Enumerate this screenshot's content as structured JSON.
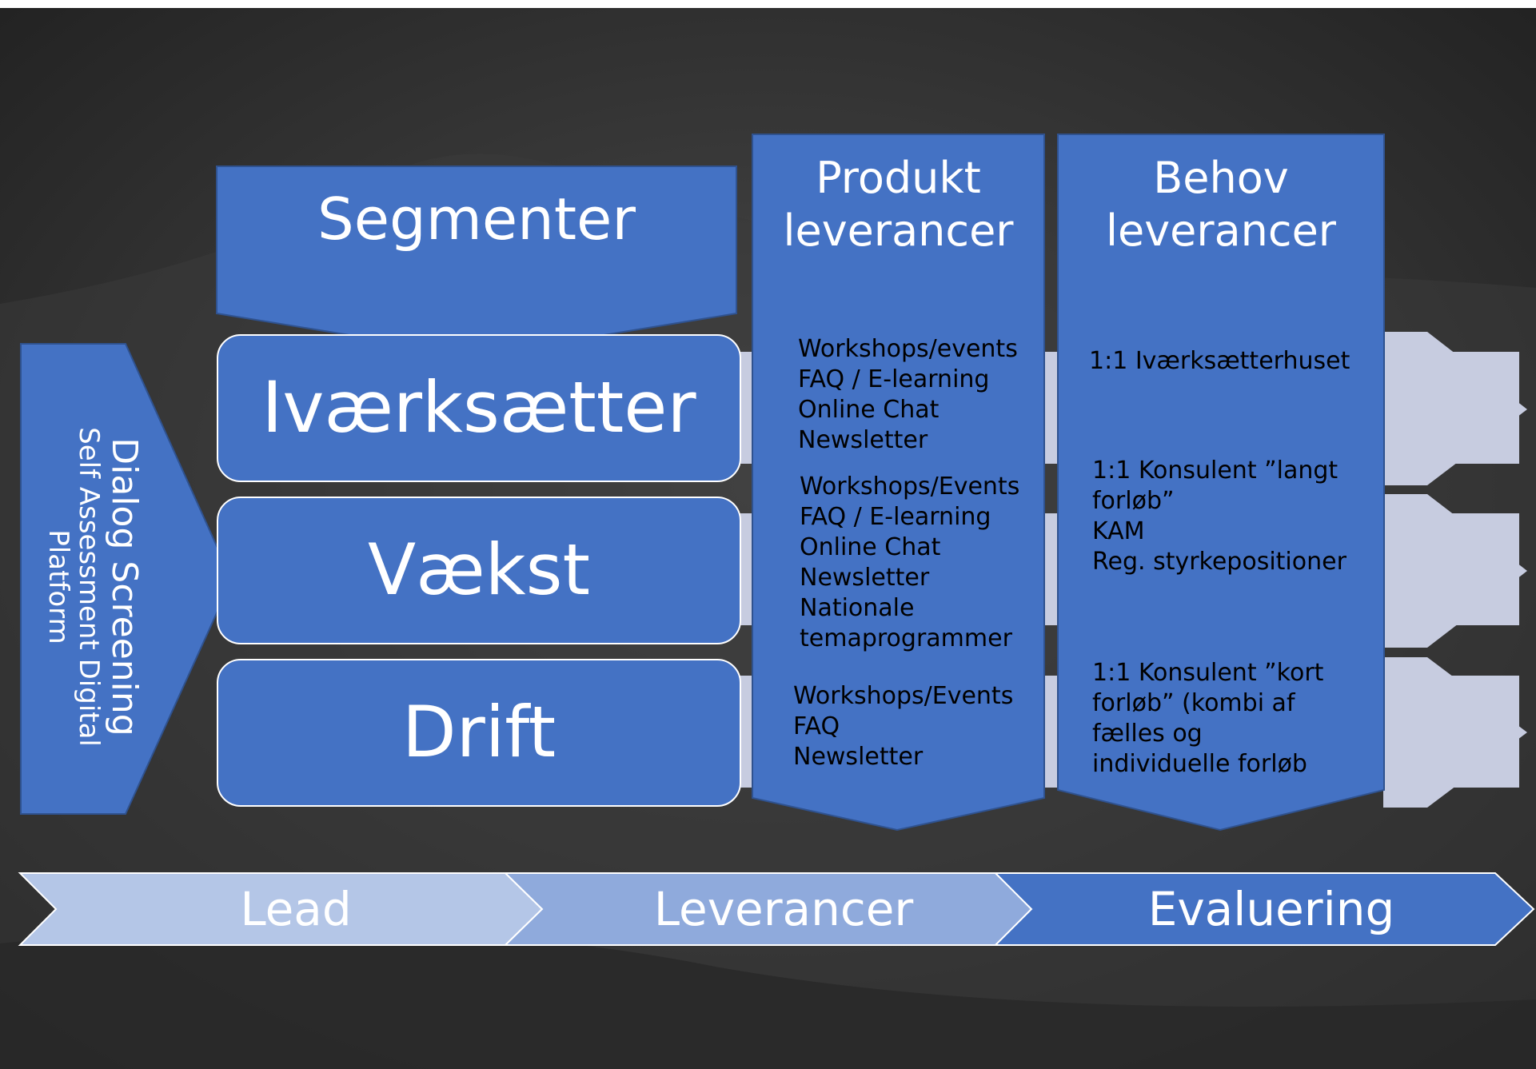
{
  "diagram": {
    "dialog": {
      "title": "Dialog Screening",
      "subtitle_line1": "Self Assessment Digital",
      "subtitle_line2": "Platform"
    },
    "segments": {
      "header": "Segmenter",
      "items": [
        "Iværksætter",
        "Vækst",
        "Drift"
      ]
    },
    "produkt": {
      "header_line1": "Produkt",
      "header_line2": "leverancer",
      "items": [
        "Workshops/events\nFAQ / E-learning\nOnline Chat\nNewsletter",
        "Workshops/Events\nFAQ / E-learning\nOnline Chat\nNewsletter\nNationale\ntemaprogrammer",
        "Workshops/Events\nFAQ\nNewsletter"
      ]
    },
    "behov": {
      "header_line1": "Behov",
      "header_line2": "leverancer",
      "items": [
        "1:1 Iværksætterhuset",
        "1:1 Konsulent ”langt\nforløb”\nKAM\nReg. styrkepositioner",
        "1:1 Konsulent ”kort\nforløb” (kombi af\nfælles og\nindividuelle forløb"
      ]
    },
    "process": [
      "Lead",
      "Leverancer",
      "Evaluering"
    ]
  },
  "colors": {
    "primary_blue": "#4472c4",
    "light_blue": "#b4c6e7",
    "mid_blue": "#8faadc",
    "arrow_grey": "#c7cce0",
    "background_dark": "#2b2b2b"
  }
}
